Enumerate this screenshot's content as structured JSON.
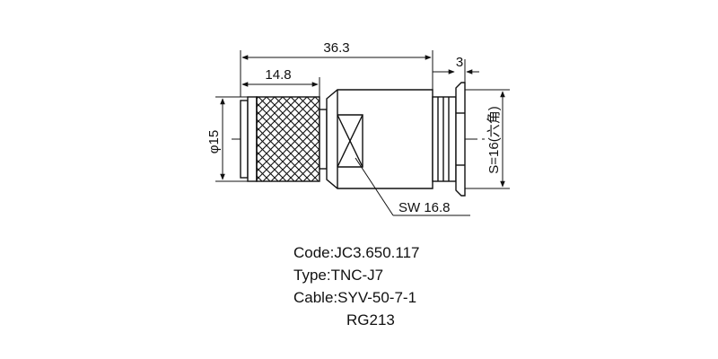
{
  "dimensions": {
    "overall_length": "36.3",
    "knurl_length": "14.8",
    "nut_length": "3",
    "diameter": "φ15",
    "hex_size": "S=16(六角)",
    "wrench_size": "SW 16.8"
  },
  "info": {
    "code": "Code:JC3.650.117",
    "type": "Type:TNC-J7",
    "cable": "Cable:SYV-50-7-1",
    "cable_alt": "RG213"
  },
  "colors": {
    "line": "#111111",
    "background": "#ffffff"
  }
}
